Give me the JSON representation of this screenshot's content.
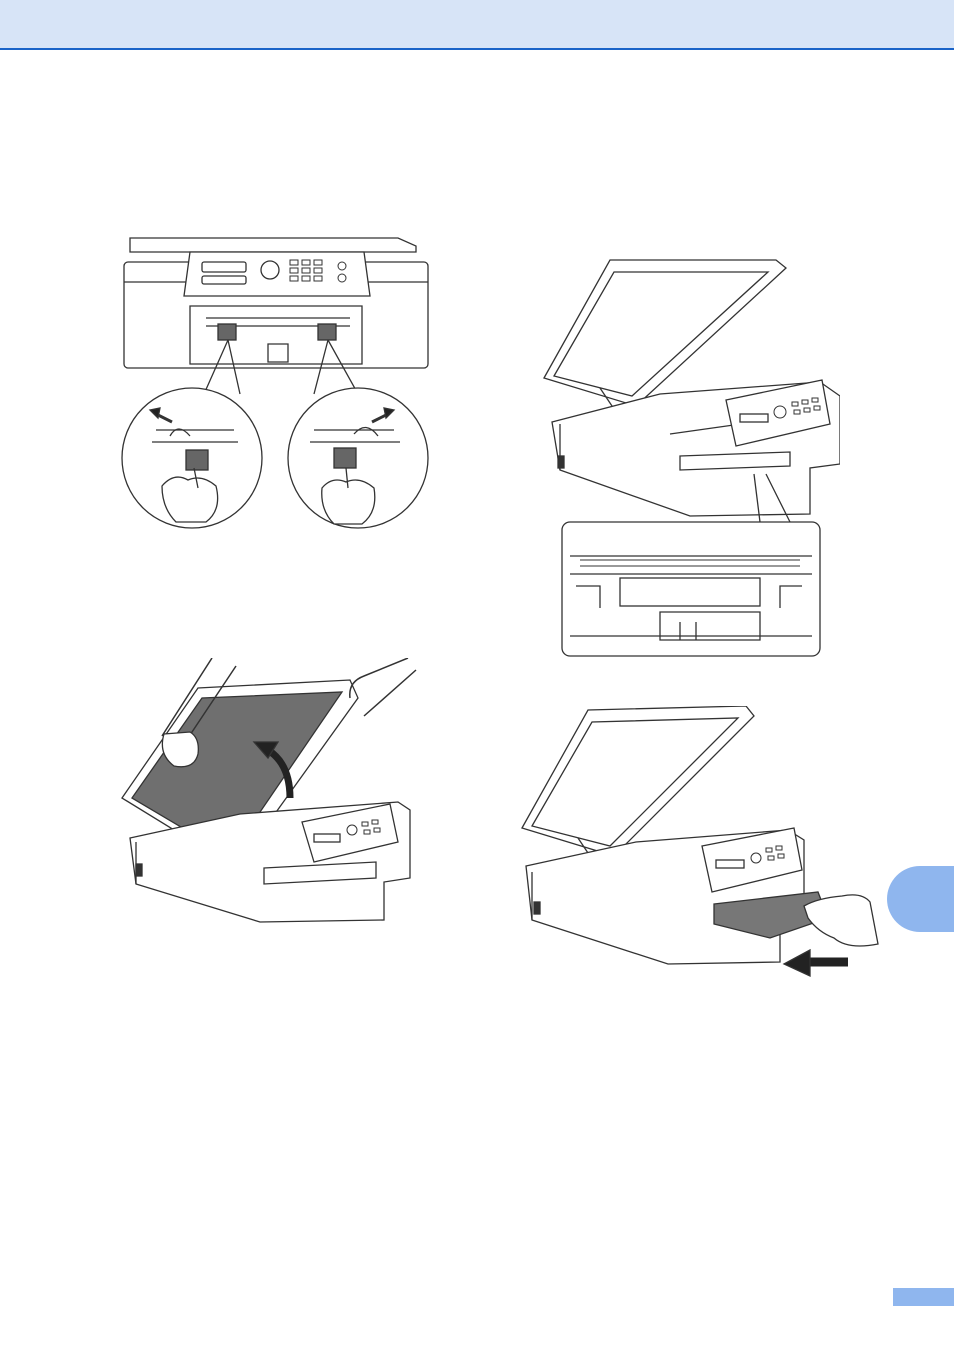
{
  "header": {
    "color": "#d7e4f7",
    "line_color": "#1a63c8"
  },
  "side_tab": {
    "color": "#8fb6ee",
    "label": ""
  },
  "page_number": {
    "label": ""
  },
  "figures": [
    {
      "name": "figure-release-paper-guides",
      "icon": "printer-front-closeup"
    },
    {
      "name": "figure-scanner-cover-open-detail",
      "icon": "printer-open-inset"
    },
    {
      "name": "figure-lift-scanner-cover",
      "icon": "hands-lift-cover"
    },
    {
      "name": "figure-pull-jammed-paper",
      "icon": "hand-pull-paper"
    }
  ]
}
